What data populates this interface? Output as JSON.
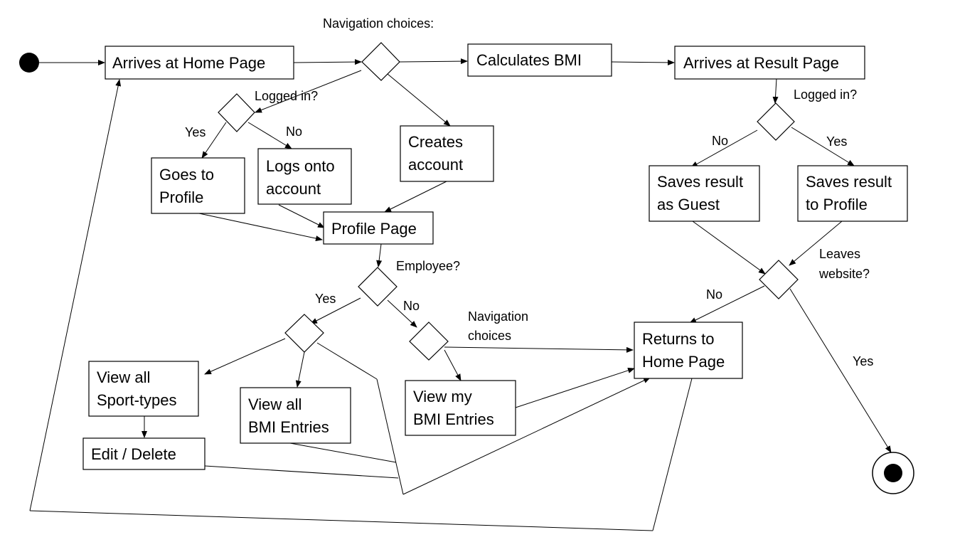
{
  "nodes": {
    "home": "Arrives at Home Page",
    "calc": "Calculates BMI",
    "result": "Arrives at Result Page",
    "goes_profile_l1": "Goes to",
    "goes_profile_l2": "Profile",
    "logs_l1": "Logs onto",
    "logs_l2": "account",
    "creates_l1": "Creates",
    "creates_l2": "account",
    "profile_page": "Profile Page",
    "saves_guest_l1": "Saves result",
    "saves_guest_l2": "as Guest",
    "saves_profile_l1": "Saves result",
    "saves_profile_l2": "to Profile",
    "returns_l1": "Returns to",
    "returns_l2": "Home Page",
    "sport_l1": "View all",
    "sport_l2": "Sport-types",
    "bmi_all_l1": "View all",
    "bmi_all_l2": "BMI Entries",
    "bmi_my_l1": "View my",
    "bmi_my_l2": "BMI Entries",
    "edit": "Edit / Delete"
  },
  "labels": {
    "nav_choices_top": "Navigation choices:",
    "logged_in_left": "Logged in?",
    "yes_left": "Yes",
    "no_left": "No",
    "logged_in_right": "Logged in?",
    "no_right": "No",
    "yes_right": "Yes",
    "employee": "Employee?",
    "yes_emp": "Yes",
    "no_emp": "No",
    "nav_choices_l1": "Navigation",
    "nav_choices_l2": "choices",
    "leaves_l1": "Leaves",
    "leaves_l2": "website?",
    "no_leave": "No",
    "yes_leave": "Yes"
  }
}
